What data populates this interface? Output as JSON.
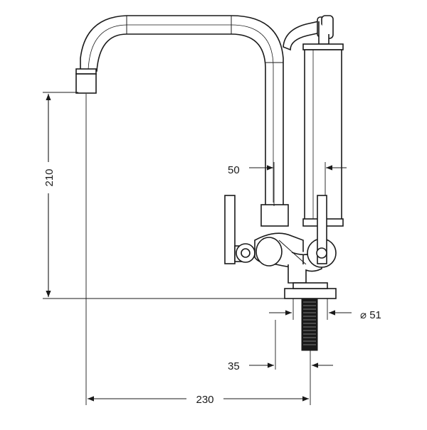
{
  "dimensions": {
    "height": "210",
    "spout_width": "50",
    "base_diameter": "⌀ 51",
    "offset": "35",
    "reach": "230"
  }
}
